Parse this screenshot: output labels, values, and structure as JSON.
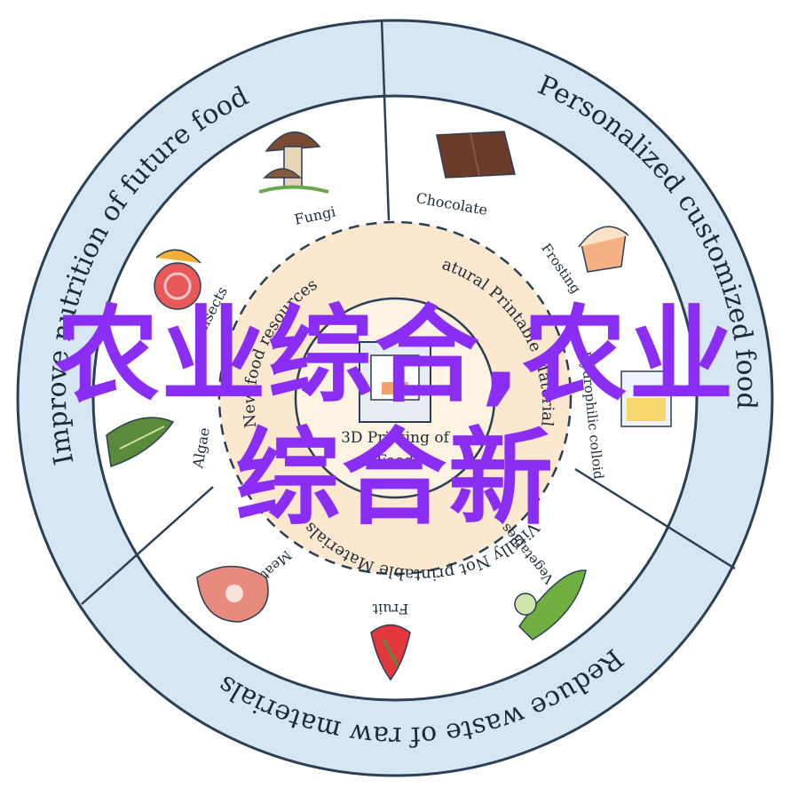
{
  "outer_ring": {
    "left": "Improve nutrition of future food",
    "right": "Personalized customized food",
    "bottom": "Reduce waste of raw materials"
  },
  "middle_ring": {
    "left": "New food resources",
    "right": "Natural Printable Materials",
    "bottom": "Vitally Not printable Materials"
  },
  "center": {
    "line1": "3D Printing of",
    "line2": "Food"
  },
  "items": {
    "fungi": "Fungi",
    "insects": "Insects",
    "algae": "Algae",
    "chocolate": "Chocolate",
    "frosting": "Frosting",
    "hydrophilic": "Hydrophilic colloid",
    "vegetables": "Vegetables",
    "fruit": "Fruit",
    "meat": "Meat"
  },
  "overlay": {
    "line1": "农业综合,农业",
    "line2": "综合新"
  },
  "colors": {
    "outer_ring": "#d6e6f2",
    "inner_disc": "#fbe8cf",
    "stroke": "#2b3f55",
    "overlay_text": "#8b2ef5"
  }
}
